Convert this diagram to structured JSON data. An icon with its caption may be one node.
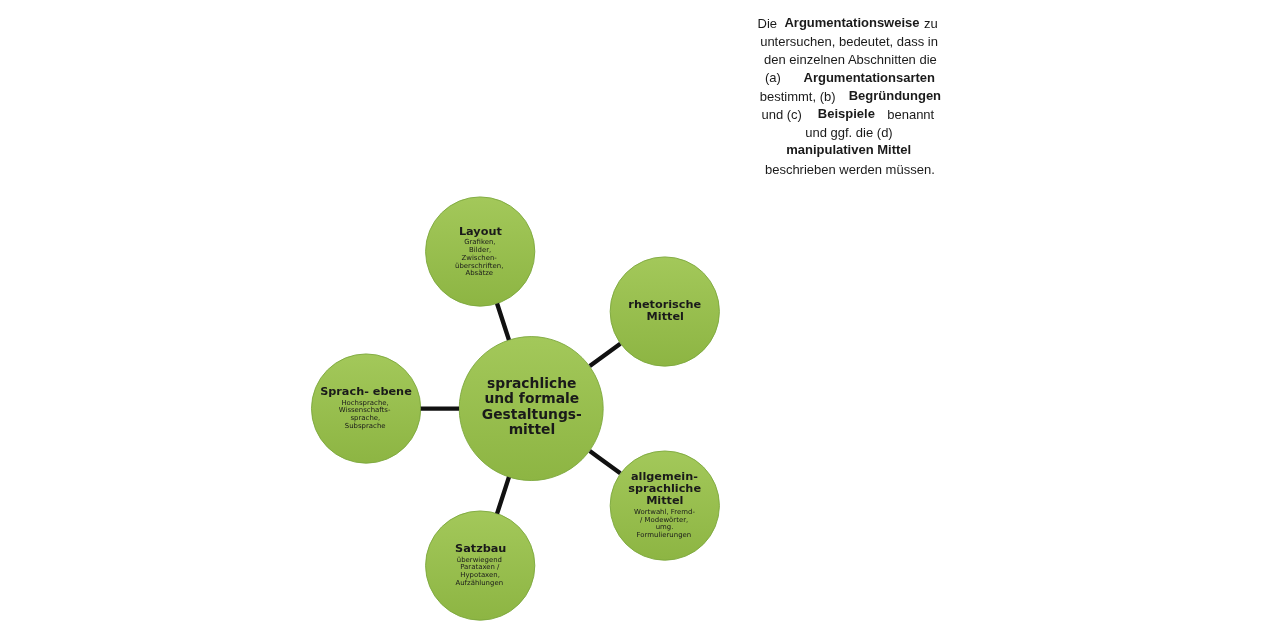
{
  "diagram": {
    "nodes": [
      {
        "text": [
          "sprachliche und formale Gestaltungs- mittel"
        ]
      },
      {
        "text": [
          "rhetorische Mittel"
        ]
      },
      {
        "text": [
          "Layout",
          "Grafiken, Bilder, Zwischen- überschriften, Absätze"
        ]
      },
      {
        "text": [
          "Sprach- ebene",
          "Hochsprache, Wissenschafts- sprache, Subsprache"
        ]
      },
      {
        "text": [
          "Satzbau",
          "überwiegend Parataxen / Hypotaxen, Aufzählungen"
        ]
      },
      {
        "text": [
          "allgemein- sprachliche Mittel",
          "Wortwahl, Fremd- / Modewörter, umg. Formulierungen"
        ]
      }
    ],
    "edges": [
      {
        "from": 0,
        "to": 1,
        "arrow": "none"
      },
      {
        "from": 0,
        "to": 2,
        "arrow": "none"
      },
      {
        "from": 0,
        "to": 3,
        "arrow": "none"
      },
      {
        "from": 0,
        "to": 4,
        "arrow": "none"
      },
      {
        "from": 0,
        "to": 5,
        "arrow": "none"
      }
    ],
    "labels": [
      "Die **Argumentationsweise** zu untersuchen, bedeutet, dass in den einzelnen Abschnitten die (a) **Argumentationsarten** bestimmt, (b) **Begründungen** und (c) **Beispiele** benannt und ggf. die (d) **manipulativen Mittel** beschrieben werden müssen."
    ]
  }
}
